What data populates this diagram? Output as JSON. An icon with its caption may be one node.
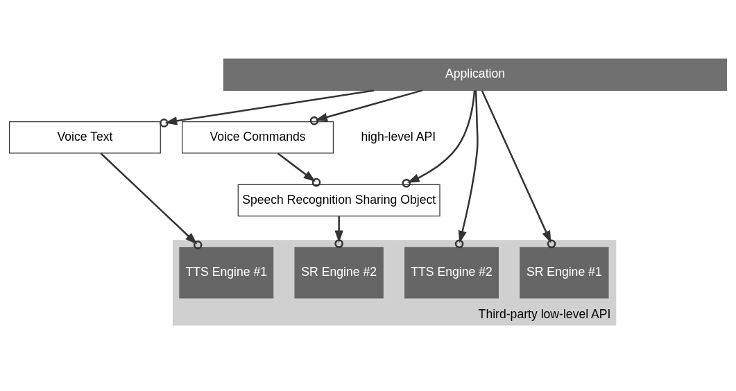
{
  "diagram": {
    "nodes": [
      {
        "text": [
          "Application"
        ]
      },
      {
        "text": [
          "Voice Text"
        ]
      },
      {
        "text": [
          "Voice Commands"
        ]
      },
      {
        "text": [
          "Speech Recognition Sharing Object"
        ]
      },
      {
        "text": [
          "Third-party low-level API"
        ]
      },
      {
        "text": [
          "TTS Engine #1"
        ],
        "in": 4
      },
      {
        "text": [
          "TTS Engine #2"
        ],
        "in": 4
      },
      {
        "text": [
          "SR Engine #1"
        ],
        "in": 4
      },
      {
        "text": [
          "SR Engine #2"
        ],
        "in": 4
      }
    ],
    "edges": [
      {
        "from": 0,
        "to": 1,
        "arrow": "to"
      },
      {
        "from": 0,
        "to": 6,
        "arrow": "to"
      },
      {
        "from": 0,
        "to": 7,
        "arrow": "to"
      },
      {
        "from": 0,
        "to": 3,
        "arrow": "to"
      },
      {
        "from": 0,
        "to": 2,
        "arrow": "to"
      },
      {
        "from": 1,
        "to": 5,
        "arrow": "to"
      },
      {
        "from": 2,
        "to": 3,
        "arrow": "to"
      },
      {
        "from": 3,
        "to": 8,
        "arrow": "to"
      }
    ],
    "labels": [
      "high-level API"
    ]
  }
}
